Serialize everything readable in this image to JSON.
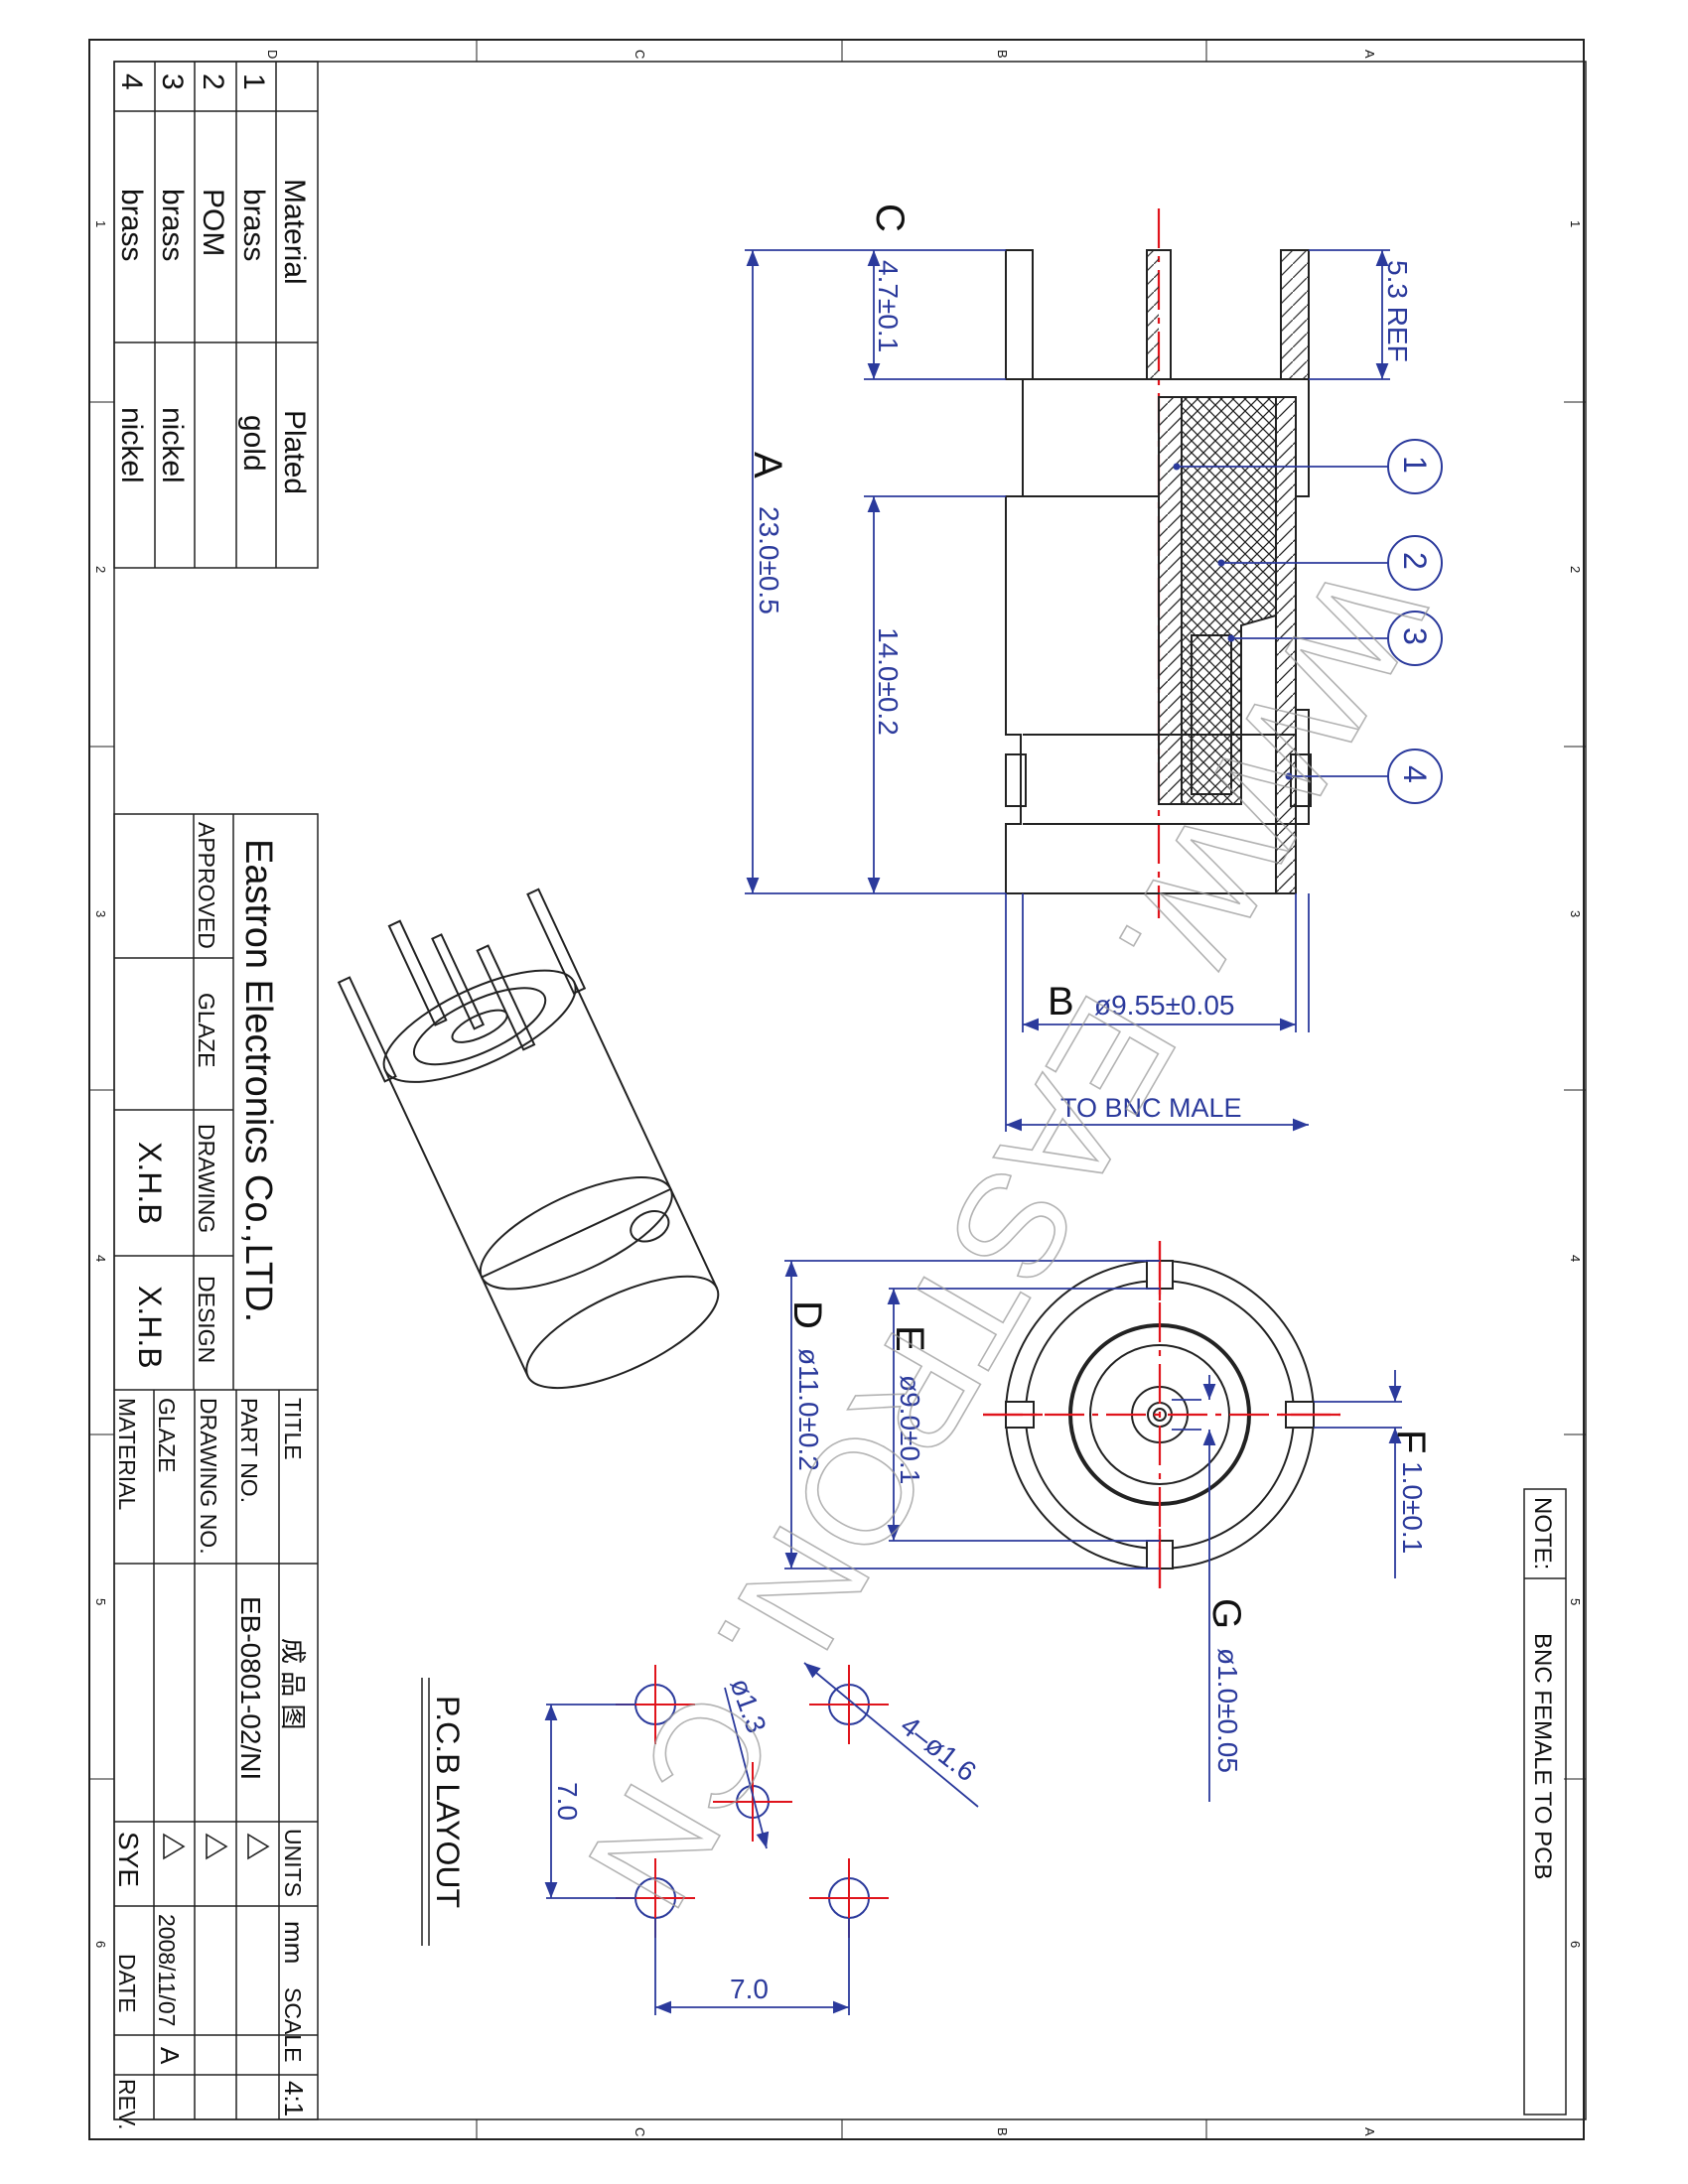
{
  "zone_letters": [
    "D",
    "C",
    "B",
    "A"
  ],
  "zone_numbers": [
    "1",
    "2",
    "3",
    "4",
    "5",
    "6"
  ],
  "materials": {
    "header_material": "Material",
    "header_plated": "Plated",
    "rows": [
      {
        "no": "1",
        "material": "brass",
        "plated": "gold"
      },
      {
        "no": "2",
        "material": "POM",
        "plated": ""
      },
      {
        "no": "3",
        "material": "brass",
        "plated": "nickel"
      },
      {
        "no": "4",
        "material": "brass",
        "plated": "nickel"
      }
    ]
  },
  "title_block": {
    "company": "Eastron Electronics Co.,LTD.",
    "approved_label": "APPROVED",
    "glaze_label": "GLAZE",
    "drawing_label": "DRAWING",
    "design_label": "DESIGN",
    "drawing_value": "X.H.B",
    "design_value": "X.H.B",
    "title_label": "TITLE",
    "title_value": "成 品 图",
    "part_no_label": "PART NO.",
    "part_no_value": "EB-0801-02/NI",
    "drawing_no_label": "DRAWING NO.",
    "glaze2_label": "GLAZE",
    "material_label": "MATERIAL",
    "units_label": "UNITS",
    "units_value": "mm",
    "scale_label": "SCALE",
    "scale_value": "4:1",
    "date_value": "2008/11/07",
    "date_label": "DATE",
    "sye_label": "SYE",
    "rev_label": "REV.",
    "rev_value": "A"
  },
  "note": {
    "label": "NOTE:",
    "text": "BNC FEMALE TO PCB"
  },
  "watermark": "WWW. EASTRON. CN",
  "dimensions": {
    "A_letter": "A",
    "A_value": "23.0±0.5",
    "B_letter": "B",
    "B_value": "ø9.55±0.05",
    "C_letter": "C",
    "C_value": "4.7±0.1",
    "ref_value": "5.3  REF",
    "len_value": "14.0±0.2",
    "to_bnc": "TO  BNC  MALE",
    "D_letter": "D",
    "D_value": "ø11.0±0.2",
    "E_letter": "E",
    "E_value": "ø9.0±0.1",
    "F_letter": "F",
    "F_value": "1.0±0.1",
    "G_letter": "G",
    "G_value": "ø1.0±0.05"
  },
  "balloons": [
    "1",
    "2",
    "3",
    "4"
  ],
  "pcb": {
    "title": "P.C.B  LAYOUT",
    "hole_small": "ø1.3",
    "hole_large": "4–ø1.6",
    "pitch_v": "7.0",
    "pitch_h": "7.0"
  }
}
